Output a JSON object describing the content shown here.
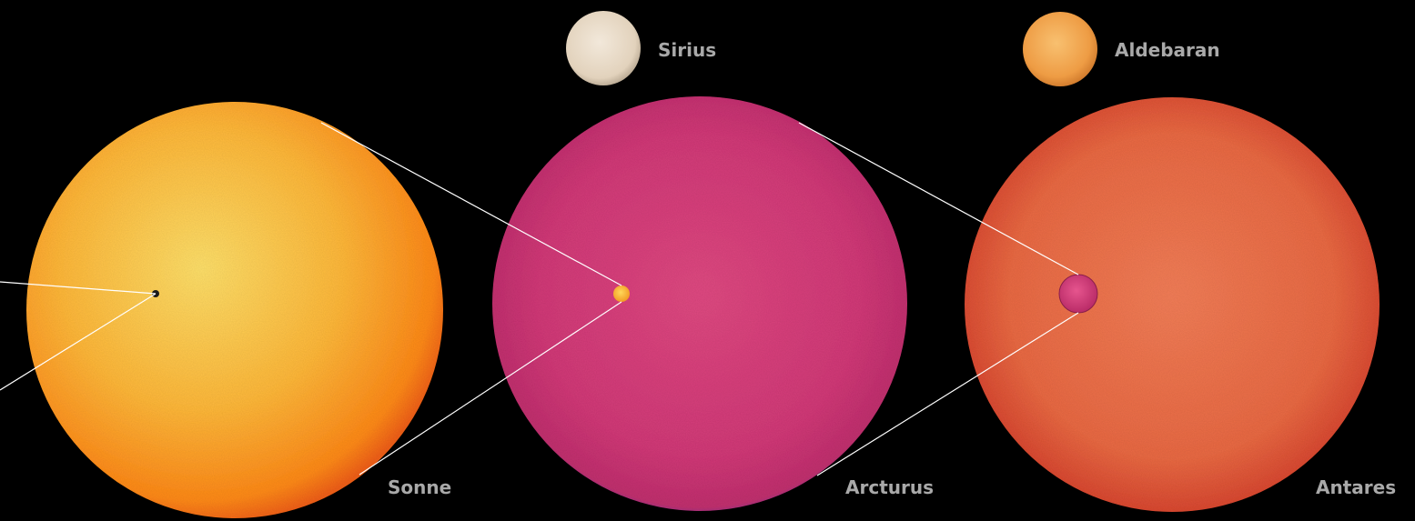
{
  "stars": {
    "sirius": {
      "name": "Sirius",
      "color": "#e6d8c4"
    },
    "aldebaran": {
      "name": "Aldebaran",
      "color": "#f2a04a"
    },
    "sonne": {
      "name": "Sonne",
      "color": "#ffb43a"
    },
    "arcturus": {
      "name": "Arcturus",
      "color": "#d23a78"
    },
    "antares": {
      "name": "Antares",
      "color": "#ea6a44"
    }
  },
  "colors": {
    "background": "#000000",
    "label": "#a9a9a9",
    "connector": "#ffffff"
  }
}
